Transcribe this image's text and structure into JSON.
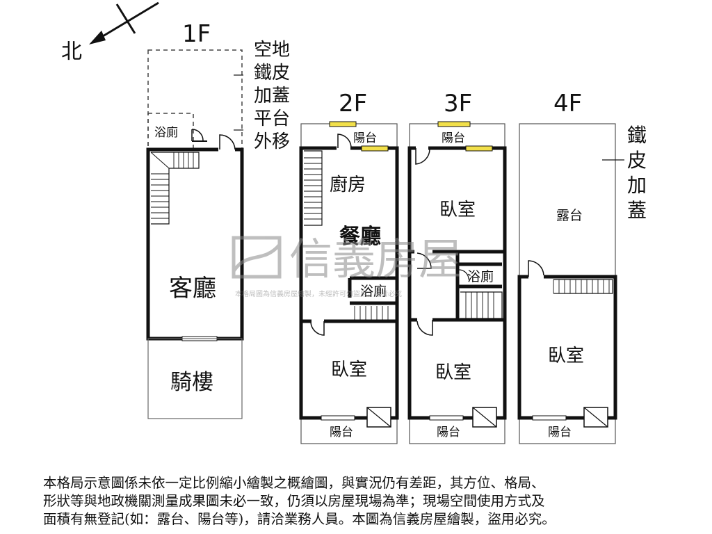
{
  "compass": {
    "label": "北"
  },
  "floors": {
    "f1": {
      "title": "1F",
      "side_note": [
        "空地",
        "鐵皮",
        "加蓋",
        "平台",
        "外移"
      ],
      "rooms": {
        "bath": "浴廁",
        "living": "客廳",
        "arcade": "騎樓"
      }
    },
    "f2": {
      "title": "2F",
      "rooms": {
        "balcony_top": "陽台",
        "kitchen": "廚房",
        "dining": "餐廳",
        "bath": "浴廁",
        "bedroom": "臥室",
        "balcony_bottom": "陽台"
      }
    },
    "f3": {
      "title": "3F",
      "rooms": {
        "balcony_top": "陽台",
        "bedroom_top": "臥室",
        "bath": "浴廁",
        "bedroom_bottom": "臥室",
        "balcony_bottom": "陽台"
      }
    },
    "f4": {
      "title": "4F",
      "side_note": [
        "鐵",
        "皮",
        "加",
        "蓋"
      ],
      "rooms": {
        "terrace": "露台",
        "bedroom": "臥室",
        "balcony_bottom": "陽台"
      }
    }
  },
  "watermark": {
    "brand": "信義房屋",
    "small": "本格局圖為信義房屋繪製，未經許可勿盜用，違者必究"
  },
  "disclaimer": [
    "本格局示意圖係未依一定比例縮小繪製之概繪圖，與實況仍有差距，其方位、格局、",
    "形狀等與地政機關測量成果圖未必一致，仍須以房屋現場為準；現場空間使用方式及",
    "面積有無登記(如：露台、陽台等)，請洽業務人員。本圖為信義房屋繪製，盜用必究。"
  ],
  "colors": {
    "wall": "#111111",
    "window": "#f2e04a",
    "watermark": "#9a9a9a"
  }
}
